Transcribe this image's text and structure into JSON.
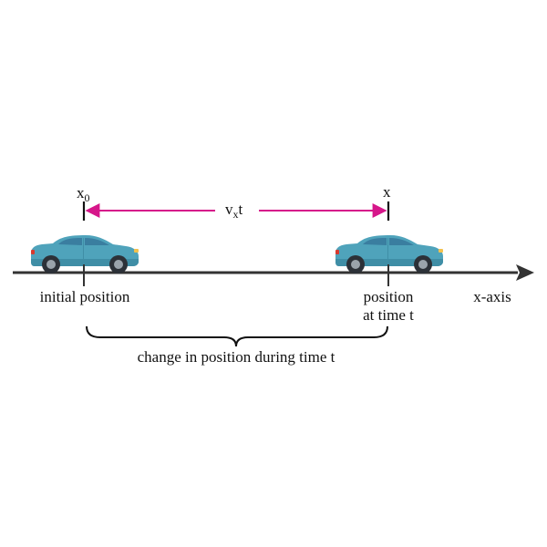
{
  "diagram": {
    "start_label": {
      "base": "x",
      "sub": "0"
    },
    "end_label": "x",
    "distance_label": {
      "base": "v",
      "sub": "x",
      "tail": "t"
    },
    "initial_label": "initial position",
    "final_label_line1": "position",
    "final_label_line2": "at time t",
    "axis_label": "x-axis",
    "brace_label": "change in position during time t"
  },
  "colors": {
    "axis": "#333333",
    "arrow": "#d6168a",
    "car_body": "#4fa3bb",
    "car_body_dark": "#3f8ea6",
    "car_window": "#3a7ea0",
    "tire": "#2c3138",
    "rim": "#9aa3ab",
    "headlight": "#f2c14e",
    "taillight": "#d83a2f"
  },
  "icons": [
    "car-icon-initial",
    "car-icon-final"
  ]
}
